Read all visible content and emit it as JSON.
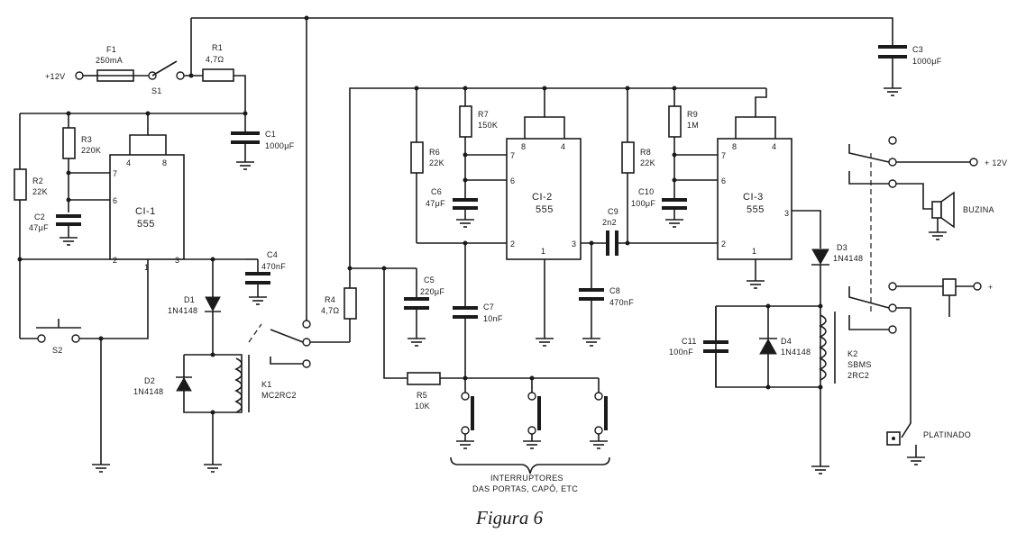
{
  "figure": {
    "caption": "Figura 6"
  },
  "supply": {
    "input_label": "+12V",
    "output_label": "+ 12V",
    "plus_label": "+"
  },
  "ics": {
    "ci1": {
      "name": "CI-1",
      "type": "555",
      "pins": [
        "7",
        "6",
        "4",
        "8",
        "2",
        "1",
        "3"
      ]
    },
    "ci2": {
      "name": "CI-2",
      "type": "555",
      "pins": [
        "8",
        "4",
        "7",
        "6",
        "2",
        "1",
        "3"
      ]
    },
    "ci3": {
      "name": "CI-3",
      "type": "555",
      "pins": [
        "8",
        "4",
        "7",
        "6",
        "2",
        "1",
        "3"
      ]
    }
  },
  "components": {
    "F1": {
      "name": "F1",
      "value": "250mA"
    },
    "S1": {
      "name": "S1"
    },
    "R1": {
      "name": "R1",
      "value": "4,7Ω"
    },
    "C1": {
      "name": "C1",
      "value": "1000μF"
    },
    "C3": {
      "name": "C3",
      "value": "1000μF"
    },
    "R3": {
      "name": "R3",
      "value": "220K"
    },
    "R2": {
      "name": "R2",
      "value": "22K"
    },
    "C2": {
      "name": "C2",
      "value": "47μF"
    },
    "C4": {
      "name": "C4",
      "value": "470nF"
    },
    "D1": {
      "name": "D1",
      "value": "1N4148"
    },
    "D2": {
      "name": "D2",
      "value": "1N4148"
    },
    "K1": {
      "name": "K1",
      "value": "MC2RC2"
    },
    "S2": {
      "name": "S2"
    },
    "R4": {
      "name": "R4",
      "value": "4,7Ω"
    },
    "C5": {
      "name": "C5",
      "value": "220μF"
    },
    "C7": {
      "name": "C7",
      "value": "10nF"
    },
    "R5": {
      "name": "R5",
      "value": "10K"
    },
    "R6": {
      "name": "R6",
      "value": "22K"
    },
    "R7": {
      "name": "R7",
      "value": "150K"
    },
    "C6": {
      "name": "C6",
      "value": "47μF"
    },
    "C9": {
      "name": "C9",
      "value": "2n2"
    },
    "C8": {
      "name": "C8",
      "value": "470nF"
    },
    "R8": {
      "name": "R8",
      "value": "22K"
    },
    "R9": {
      "name": "R9",
      "value": "1M"
    },
    "C10": {
      "name": "C10",
      "value": "100μF"
    },
    "D3": {
      "name": "D3",
      "value": "1N4148"
    },
    "C11": {
      "name": "C11",
      "value": "100nF"
    },
    "D4": {
      "name": "D4",
      "value": "1N4148"
    },
    "K2": {
      "name": "K2",
      "value": "SBMS",
      "value2": "2RC2"
    }
  },
  "labels": {
    "horn": "BUZINA",
    "points": "PLATINADO",
    "switches_line1": "INTERRUPTORES",
    "switches_line2": "DAS PORTAS, CAPÔ, ETC"
  }
}
